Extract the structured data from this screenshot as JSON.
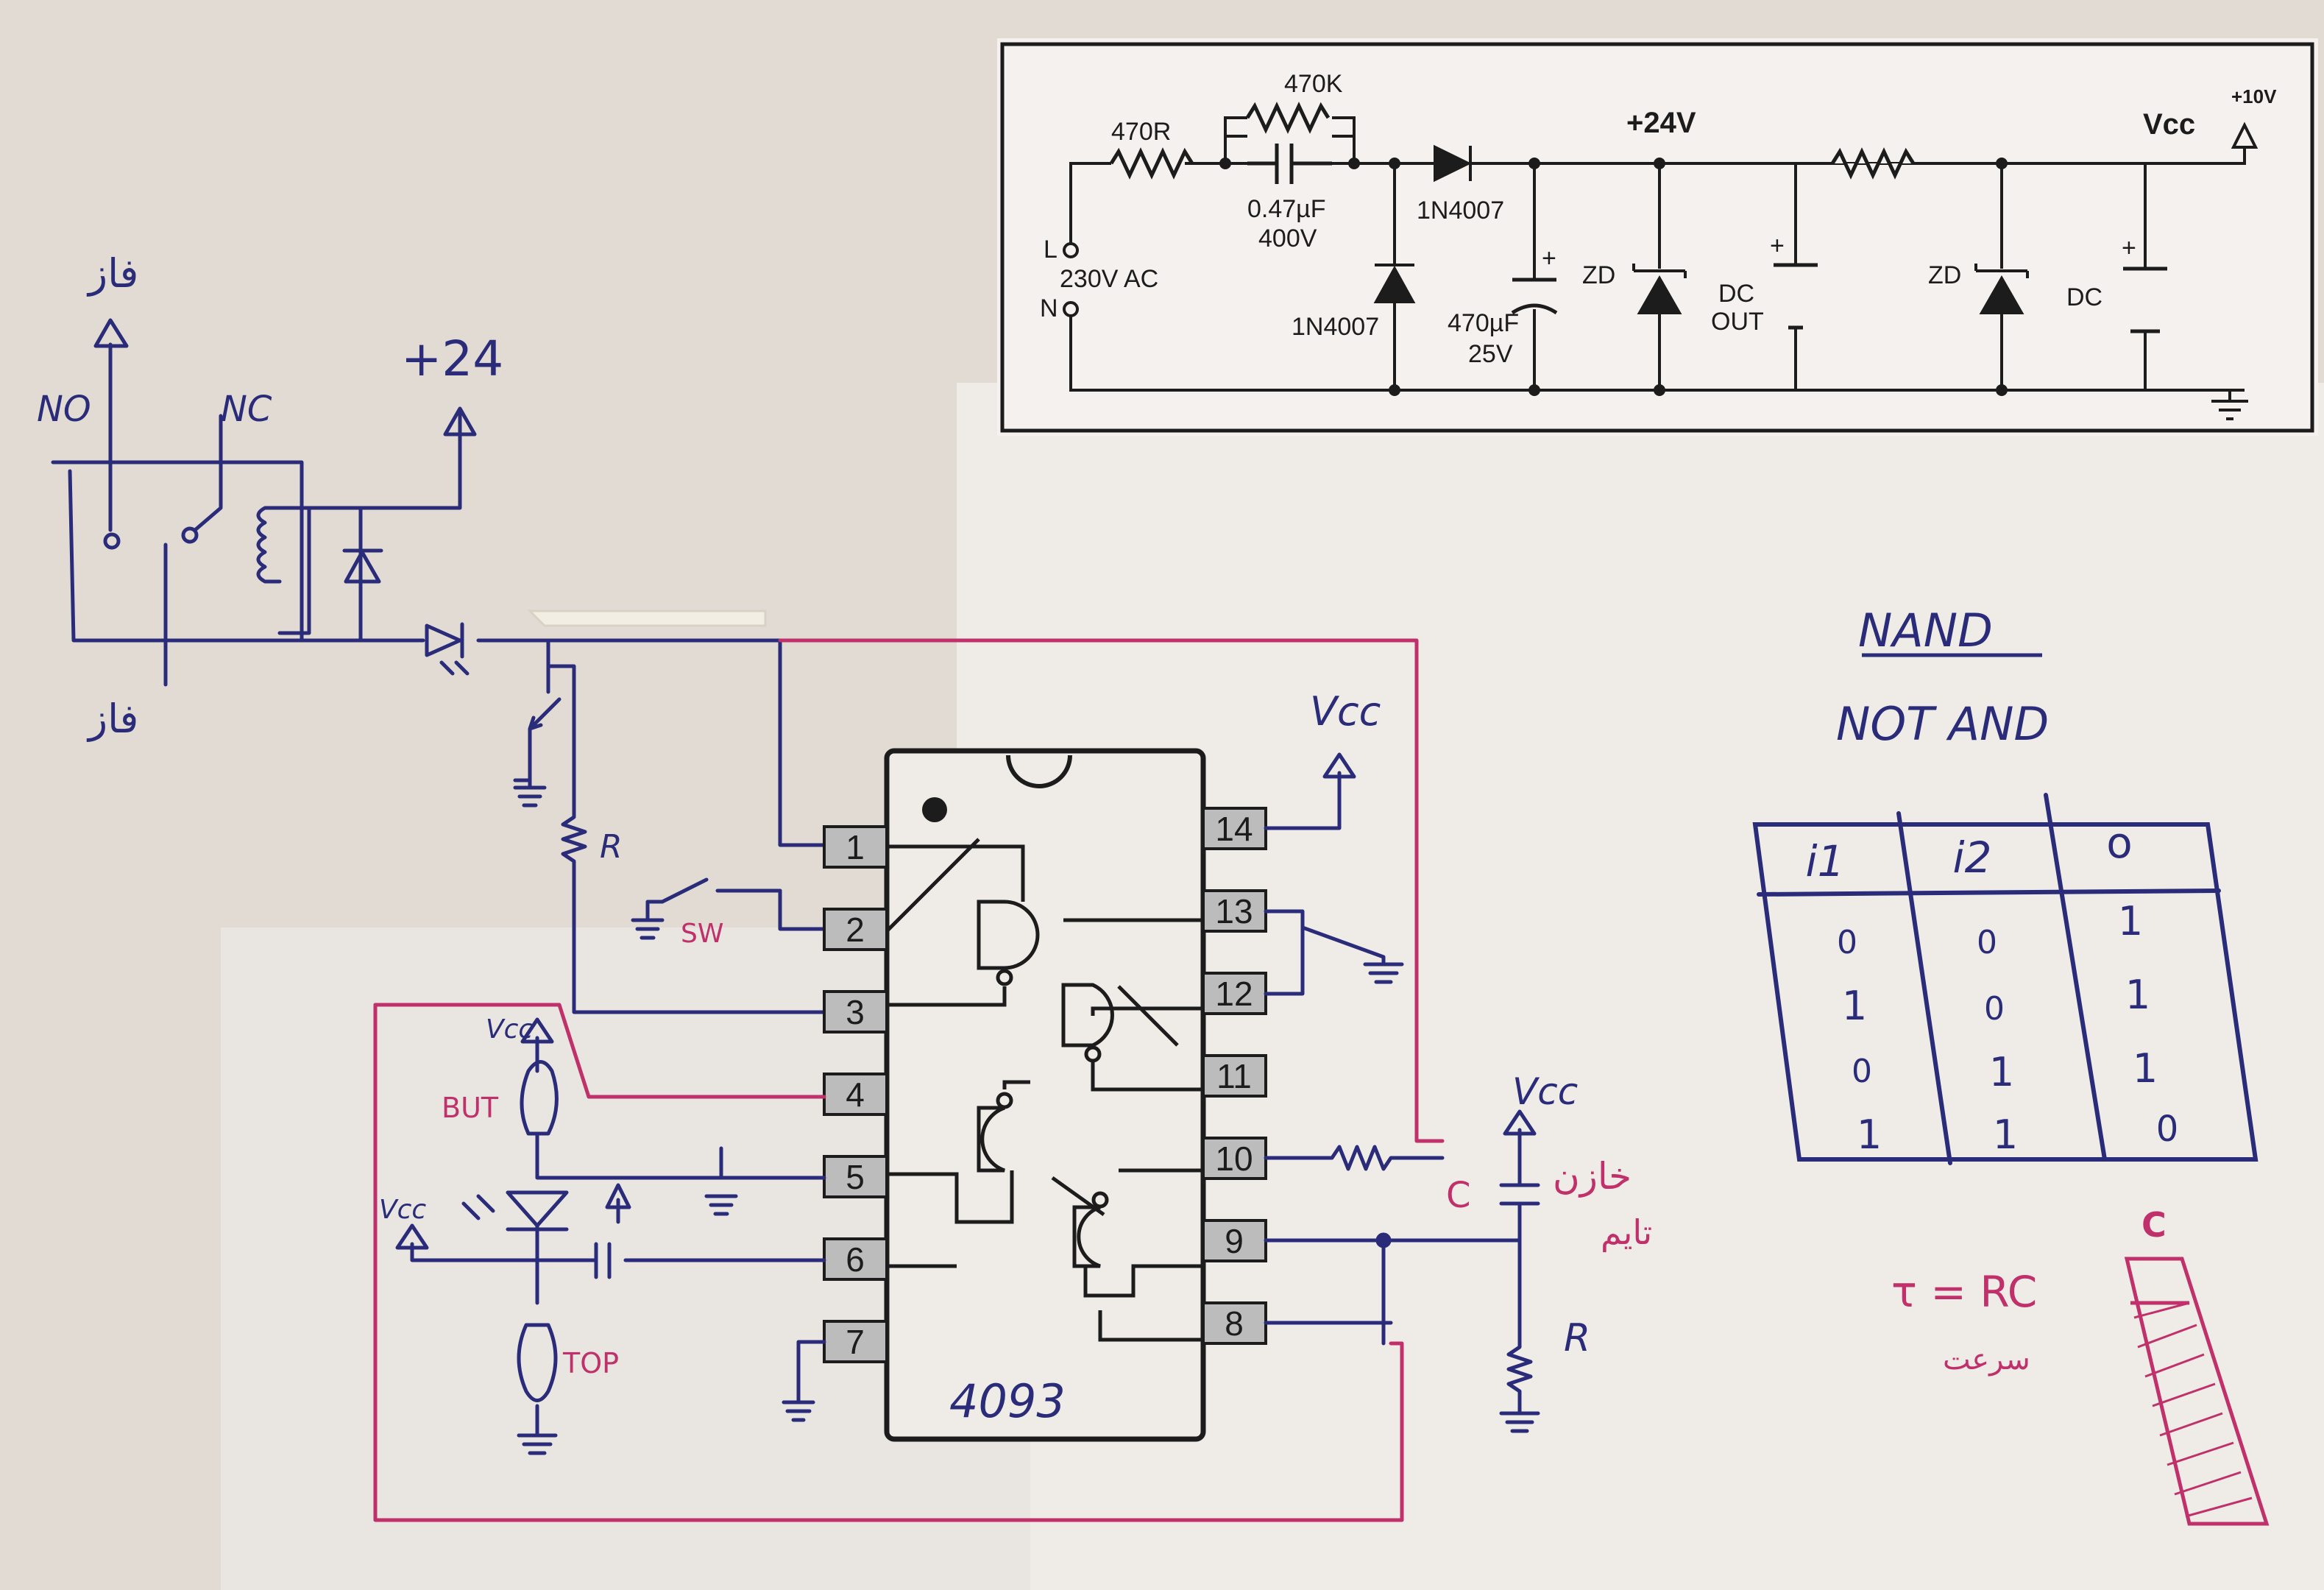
{
  "colors": {
    "paper": "#e4ded7",
    "paper_light": "#f4f1ee",
    "ink_blue": "#2a2c7a",
    "ink_magenta": "#c0306a",
    "print_black": "#1c1c1c"
  },
  "handwritten": {
    "phase_top": "فاز",
    "phase_bottom": "فاز",
    "relay_no": "NO",
    "relay_nc": "NC",
    "plus24": "+24",
    "resistor_r": "R",
    "switch_sw": "SW",
    "vcc_top": "Vcc",
    "vcc_but": "Vcc",
    "vcc_led": "Vcc",
    "vcc_cap": "Vcc",
    "but": "BUT",
    "top": "TOP",
    "cap_c": "C",
    "capacitor_word": "خازن",
    "timer_word": "تایم",
    "resistor_r2": "R",
    "nand_title": "NAND",
    "not_and": "NOT  AND",
    "tau_formula": "τ = RC",
    "speed_word": "سرعت",
    "battery_c": "C"
  },
  "ic": {
    "part_number": "4093",
    "left_pins": [
      "1",
      "2",
      "3",
      "4",
      "5",
      "6",
      "7"
    ],
    "right_pins": [
      "14",
      "13",
      "12",
      "11",
      "10",
      "9",
      "8"
    ]
  },
  "truth_table": {
    "headers": [
      "i1",
      "i2",
      "o"
    ],
    "rows": [
      [
        "0",
        "0",
        "1"
      ],
      [
        "1",
        "0",
        "1"
      ],
      [
        "0",
        "1",
        "1"
      ],
      [
        "1",
        "1",
        "0"
      ]
    ]
  },
  "power_supply": {
    "r1": "470R",
    "r2": "470K",
    "c1_value": "0.47µF",
    "c1_voltage": "400V",
    "d1": "1N4007",
    "d2": "1N4007",
    "c2_value": "470µF",
    "c2_voltage": "25V",
    "v24": "+24V",
    "vcc": "Vcc",
    "v10": "+10V",
    "ac_l": "L",
    "ac_n": "N",
    "ac_label": "230V AC",
    "zd1": "ZD",
    "zd2": "ZD",
    "dc_out_1": "DC",
    "dc_out_2": "OUT",
    "dc": "DC",
    "plus": "+"
  }
}
